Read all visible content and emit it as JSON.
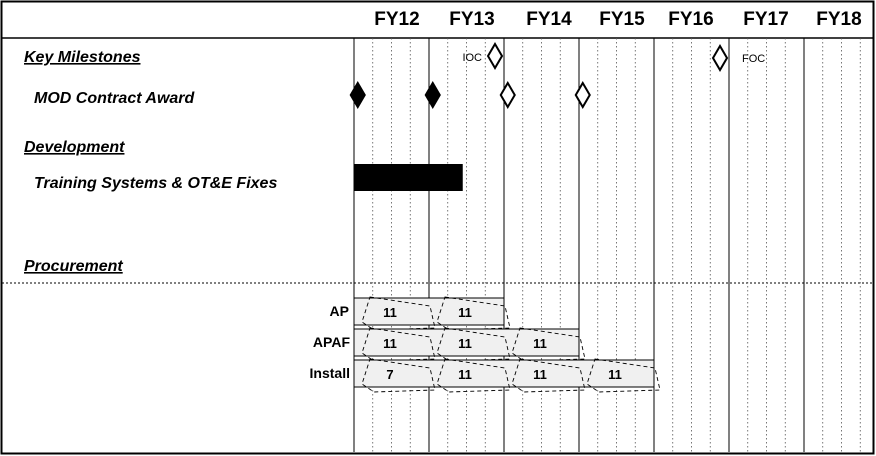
{
  "fiscal_years": [
    "FY12",
    "FY13",
    "FY14",
    "FY15",
    "FY16",
    "FY17",
    "FY18"
  ],
  "sections": {
    "key_milestones": "Key Milestones",
    "development": "Development",
    "procurement": "Procurement"
  },
  "items": {
    "mod_contract_award": "MOD Contract Award",
    "training_systems": "Training Systems & OT&E Fixes"
  },
  "milestones": {
    "ioc": {
      "label": "IOC",
      "fy_index": 1.88,
      "filled": false
    },
    "foc": {
      "label": "FOC",
      "fy_index": 4.88,
      "filled": false
    }
  },
  "contract_awards": [
    {
      "fy_index": 0.05,
      "filled": true
    },
    {
      "fy_index": 1.05,
      "filled": true
    },
    {
      "fy_index": 2.05,
      "filled": false
    },
    {
      "fy_index": 3.05,
      "filled": false
    }
  ],
  "development_bar": {
    "start_fy_index": 0.0,
    "end_fy_index": 1.45
  },
  "procurement": [
    {
      "label": "AP",
      "bar_end_fy_index": 2.0,
      "lots": [
        "11",
        "11"
      ]
    },
    {
      "label": "APAF",
      "bar_end_fy_index": 3.0,
      "lots": [
        "11",
        "11",
        "11"
      ]
    },
    {
      "label": "Install",
      "bar_end_fy_index": 4.0,
      "lots": [
        "7",
        "11",
        "11",
        "11"
      ]
    }
  ],
  "colors": {
    "line": "#000000",
    "bar_fill": "#000000",
    "proc_fill": "#f0f0f0",
    "background": "#ffffff"
  }
}
